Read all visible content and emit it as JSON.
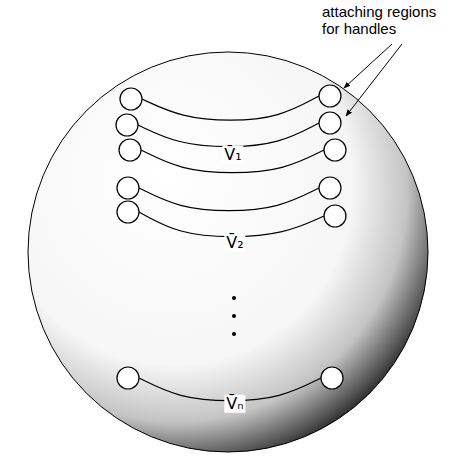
{
  "diagram": {
    "labels": [
      "attaching regions for handles",
      "V̄₁",
      "V̄₂",
      "V̄ₙ"
    ]
  }
}
